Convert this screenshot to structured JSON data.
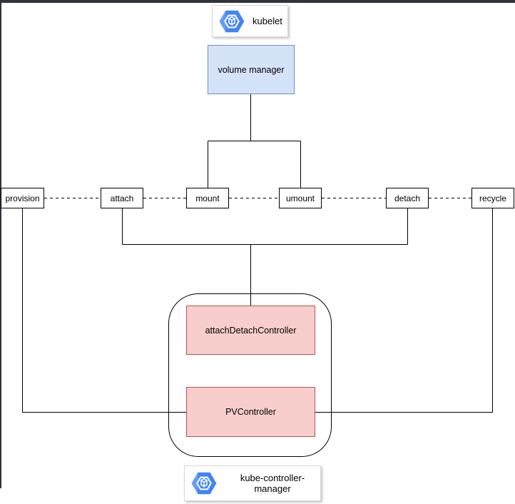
{
  "diagram": {
    "kubelet": {
      "label": "kubelet"
    },
    "volume_manager": {
      "label": "volume manager"
    },
    "operations": [
      {
        "id": "provision",
        "label": "provision"
      },
      {
        "id": "attach",
        "label": "attach"
      },
      {
        "id": "mount",
        "label": "mount"
      },
      {
        "id": "umount",
        "label": "umount"
      },
      {
        "id": "detach",
        "label": "detach"
      },
      {
        "id": "recycle",
        "label": "recycle"
      }
    ],
    "controllers": {
      "attach_detach": {
        "label": "attachDetachController"
      },
      "pv": {
        "label": "PVController"
      }
    },
    "kube_controller_manager": {
      "label": "kube-controller-manager"
    },
    "colors": {
      "frame_dark": "#2f343a",
      "blue_fill": "#d5e3f9",
      "blue_border": "#6d8fc1",
      "pink_fill": "#f8cecc",
      "pink_border": "#b85450",
      "line": "#000000",
      "icon_blue": "#4285f4",
      "icon_blue_light": "#669df6"
    }
  }
}
